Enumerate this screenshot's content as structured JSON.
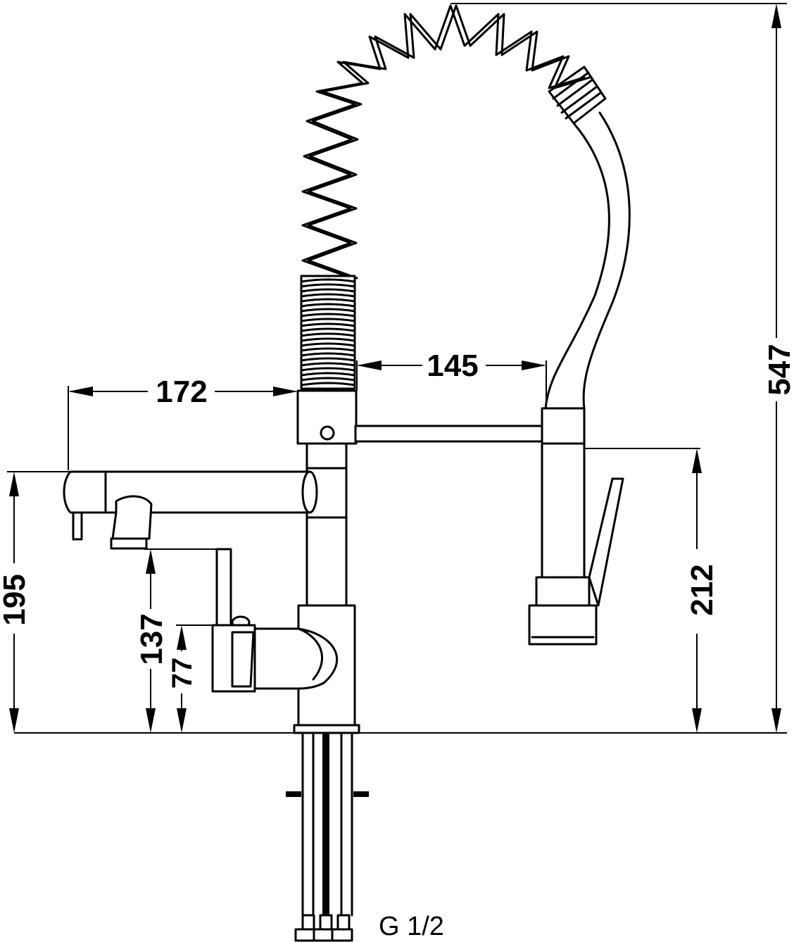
{
  "dimensions": {
    "overall_height": "547",
    "spout_reach": "172",
    "spray_arm_reach": "145",
    "spout_height": "195",
    "spray_head_height": "212",
    "lever_top_height": "137",
    "lever_base_height": "77"
  },
  "connection": {
    "thread_label": "G 1/2"
  },
  "colors": {
    "line": "#000000",
    "background": "#ffffff"
  }
}
